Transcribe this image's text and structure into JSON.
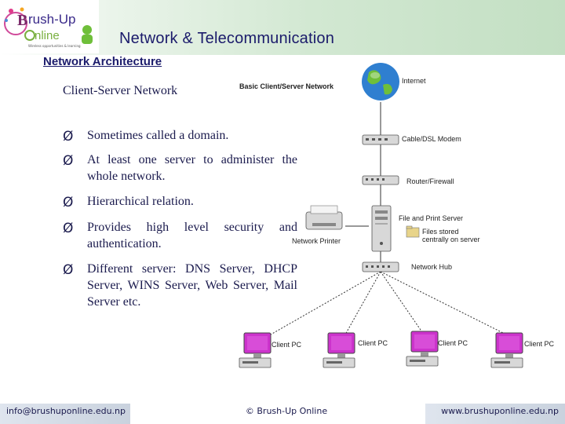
{
  "header": {
    "logo_text": "Brush-Up Online",
    "logo_tagline": "Wireless opportunities & learning",
    "title": "Network & Telecommunication"
  },
  "subtitle": "Network Architecture",
  "section_title": "Client-Server Network",
  "bullets": [
    {
      "arrow": "Ø",
      "text": "Sometimes called a domain."
    },
    {
      "arrow": "Ø",
      "text": "At least one server to administer the whole network."
    },
    {
      "arrow": "Ø",
      "text": "Hierarchical relation."
    },
    {
      "arrow": "Ø",
      "text": "Provides high level security and authentication."
    },
    {
      "arrow": "Ø",
      "text": "Different server: DNS Server, DHCP Server, WINS Server, Web Server, Mail Server etc."
    }
  ],
  "diagram": {
    "title": "Basic Client/Server Network",
    "labels": {
      "internet": "Internet",
      "modem": "Cable/DSL Modem",
      "router": "Router/Firewall",
      "server": "File and Print Server",
      "files_note_1": "Files stored",
      "files_note_2": "centrally on server",
      "printer": "Network Printer",
      "hub": "Network Hub",
      "client_1": "Client PC",
      "client_2": "Client PC",
      "client_3": "Client PC",
      "client_4": "Client PC"
    },
    "icon_names": [
      "globe-icon",
      "modem-icon",
      "router-icon",
      "server-icon",
      "printer-icon",
      "hub-icon",
      "client-pc-icon"
    ],
    "colors": {
      "pc_screen": "#cc33cc",
      "globe": "#2f7fd0",
      "device": "#d8d8d8"
    }
  },
  "footer": {
    "email": "info@brushuponline.edu.np",
    "copyright": "© Brush-Up Online",
    "website": "www.brushuponline.edu.np"
  }
}
